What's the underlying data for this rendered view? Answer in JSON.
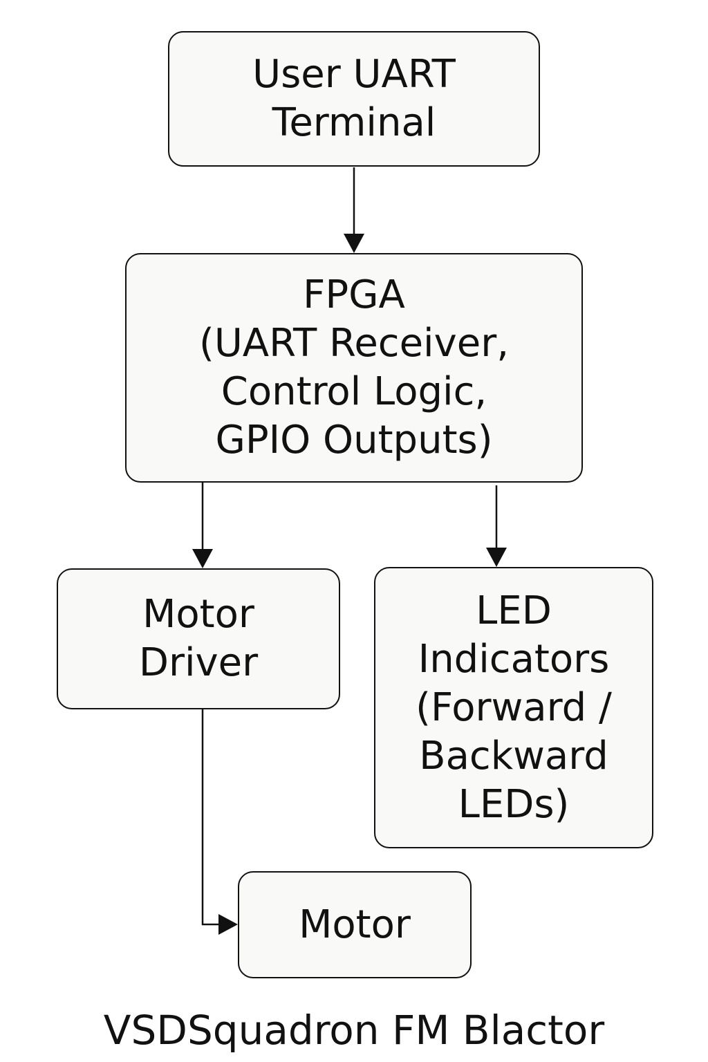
{
  "diagram": {
    "nodes": {
      "uart_terminal": {
        "lines": [
          "User UART",
          "Terminal"
        ]
      },
      "fpga": {
        "lines": [
          "FPGA",
          "(UART Receiver,",
          "Control Logic,",
          "GPIO Outputs)"
        ]
      },
      "motor_driver": {
        "lines": [
          "Motor",
          "Driver"
        ]
      },
      "led_indicators": {
        "lines": [
          "LED",
          "Indicators",
          "(Forward /",
          "Backward",
          "LEDs)"
        ]
      },
      "motor": {
        "lines": [
          "Motor"
        ]
      }
    },
    "edges": [
      {
        "from": "uart_terminal",
        "to": "fpga"
      },
      {
        "from": "fpga",
        "to": "motor_driver"
      },
      {
        "from": "fpga",
        "to": "led_indicators"
      },
      {
        "from": "motor_driver",
        "to": "motor"
      }
    ],
    "caption": "VSDSquadron FM Blactor"
  }
}
